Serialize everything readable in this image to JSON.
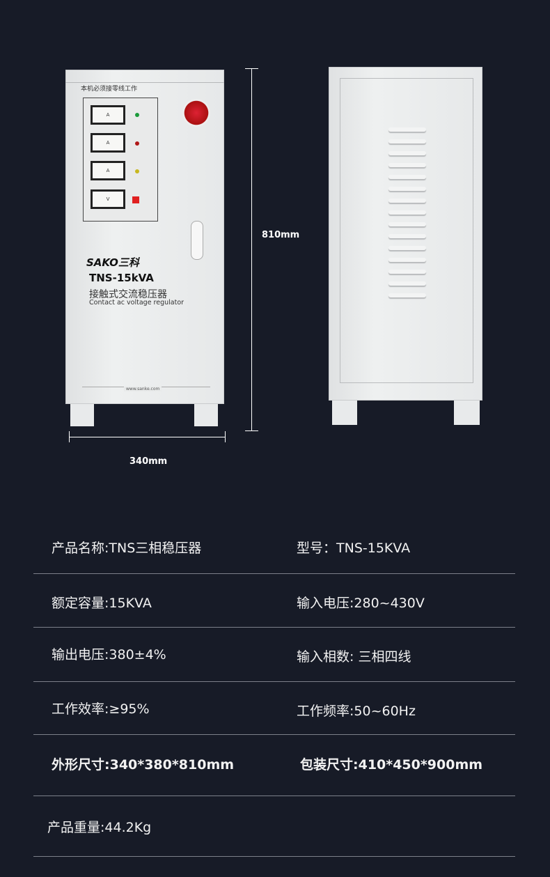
{
  "product": {
    "warning": "本机必须接零线工作",
    "brand": "SAKO三科",
    "model": "TNS-15kVA",
    "name_cn": "接触式交流稳压器",
    "name_en": "Contact ac voltage regulator",
    "website": "www.sanke.com",
    "meters": [
      "A",
      "A",
      "A",
      "V"
    ]
  },
  "dimensions": {
    "height": "810mm",
    "width": "340mm"
  },
  "specs": [
    [
      "产品名称:TNS三相稳压器",
      "型号：TNS-15KVA"
    ],
    [
      "额定容量:15KVA",
      "输入电压:280~430V"
    ],
    [
      "输出电压:380±4%",
      "输入相数: 三相四线"
    ],
    [
      "工作效率:≥95%",
      "工作频率:50~60Hz"
    ],
    [
      "外形尺寸:340*380*810mm",
      "包装尺寸:410*450*900mm"
    ],
    [
      "产品重量:44.2Kg",
      ""
    ]
  ]
}
